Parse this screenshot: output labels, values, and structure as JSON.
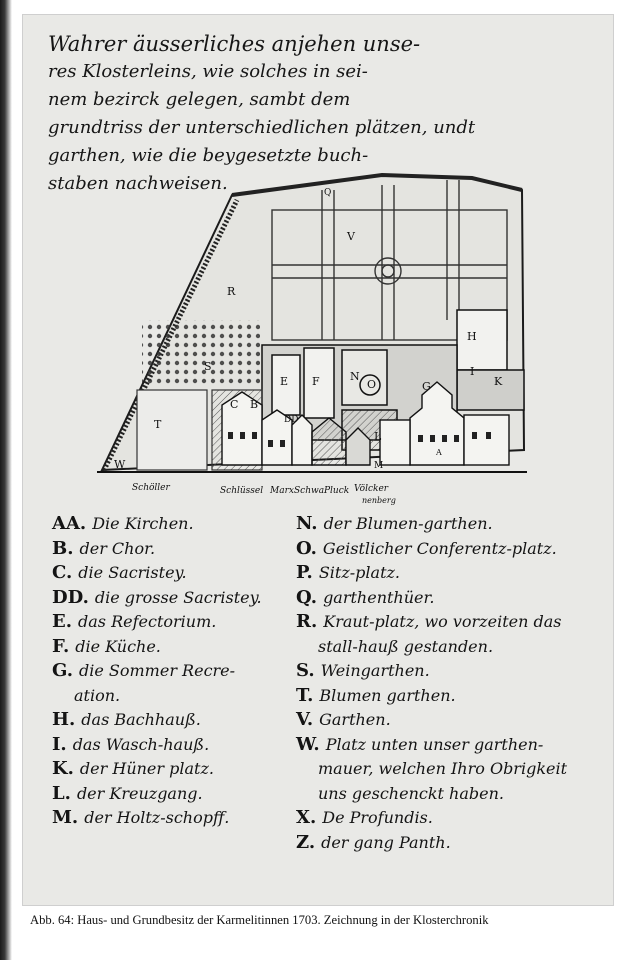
{
  "heading_lines": [
    "Wahrer äusserliches anjehen unse-",
    "res Klosterleins, wie solches in sei-",
    "nem bezirck gelegen, sambt dem",
    "grundtriss der unterschiedlichen plätzen, undt",
    "garthen, wie die beygesetzte buch-",
    "staben nachweisen."
  ],
  "plan": {
    "letters": {
      "v": "V",
      "r": "R",
      "h": "H",
      "i": "I",
      "k": "K",
      "n": "N",
      "o": "O",
      "e": "E",
      "f": "F",
      "g": "G",
      "s": "S",
      "t": "T",
      "c": "C",
      "b": "B",
      "dd": "DD",
      "l": "L",
      "m": "M",
      "w": "W",
      "a": "A",
      "q": "Q"
    },
    "street_labels": [
      "Schöller",
      "Schlüssel",
      "Marx",
      "Schwa",
      "Pluck",
      "Völcker",
      "nenberg"
    ]
  },
  "legend_left": [
    {
      "key": "AA.",
      "text": "Die Kirchen."
    },
    {
      "key": "B.",
      "text": "der Chor."
    },
    {
      "key": "C.",
      "text": "die Sacristey."
    },
    {
      "key": "DD.",
      "text": "die grosse Sacristey."
    },
    {
      "key": "E.",
      "text": "das Refectorium."
    },
    {
      "key": "F.",
      "text": "die Küche."
    },
    {
      "key": "G.",
      "text": "die Sommer Recre-",
      "cont": "ation."
    },
    {
      "key": "H.",
      "text": "das Bachhauß."
    },
    {
      "key": "I.",
      "text": "das Wasch-hauß."
    },
    {
      "key": "K.",
      "text": "der Hüner platz."
    },
    {
      "key": "L.",
      "text": "der Kreuzgang."
    },
    {
      "key": "M.",
      "text": "der Holtz-schopff."
    }
  ],
  "legend_right": [
    {
      "key": "N.",
      "text": "der Blumen-garthen."
    },
    {
      "key": "O.",
      "text": "Geistlicher Conferentz-platz."
    },
    {
      "key": "P.",
      "text": "Sitz-platz."
    },
    {
      "key": "Q.",
      "text": "garthenthüer."
    },
    {
      "key": "R.",
      "text": "Kraut-platz, wo vorzeiten das",
      "cont": "stall-hauß gestanden."
    },
    {
      "key": "S.",
      "text": "Weingarthen."
    },
    {
      "key": "T.",
      "text": "Blumen garthen."
    },
    {
      "key": "V.",
      "text": "Garthen."
    },
    {
      "key": "W.",
      "text": "Platz unten unser garthen-",
      "cont": "mauer, welchen Ihro Obrigkeit",
      "cont2": "uns geschenckt haben."
    },
    {
      "key": "X.",
      "text": "De Profundis."
    },
    {
      "key": "Z.",
      "text": "der gang Panth."
    }
  ],
  "caption": "Abb. 64:  Haus- und Grundbesitz der Karmelitinnen 1703. Zeichnung in der Klosterchronik"
}
